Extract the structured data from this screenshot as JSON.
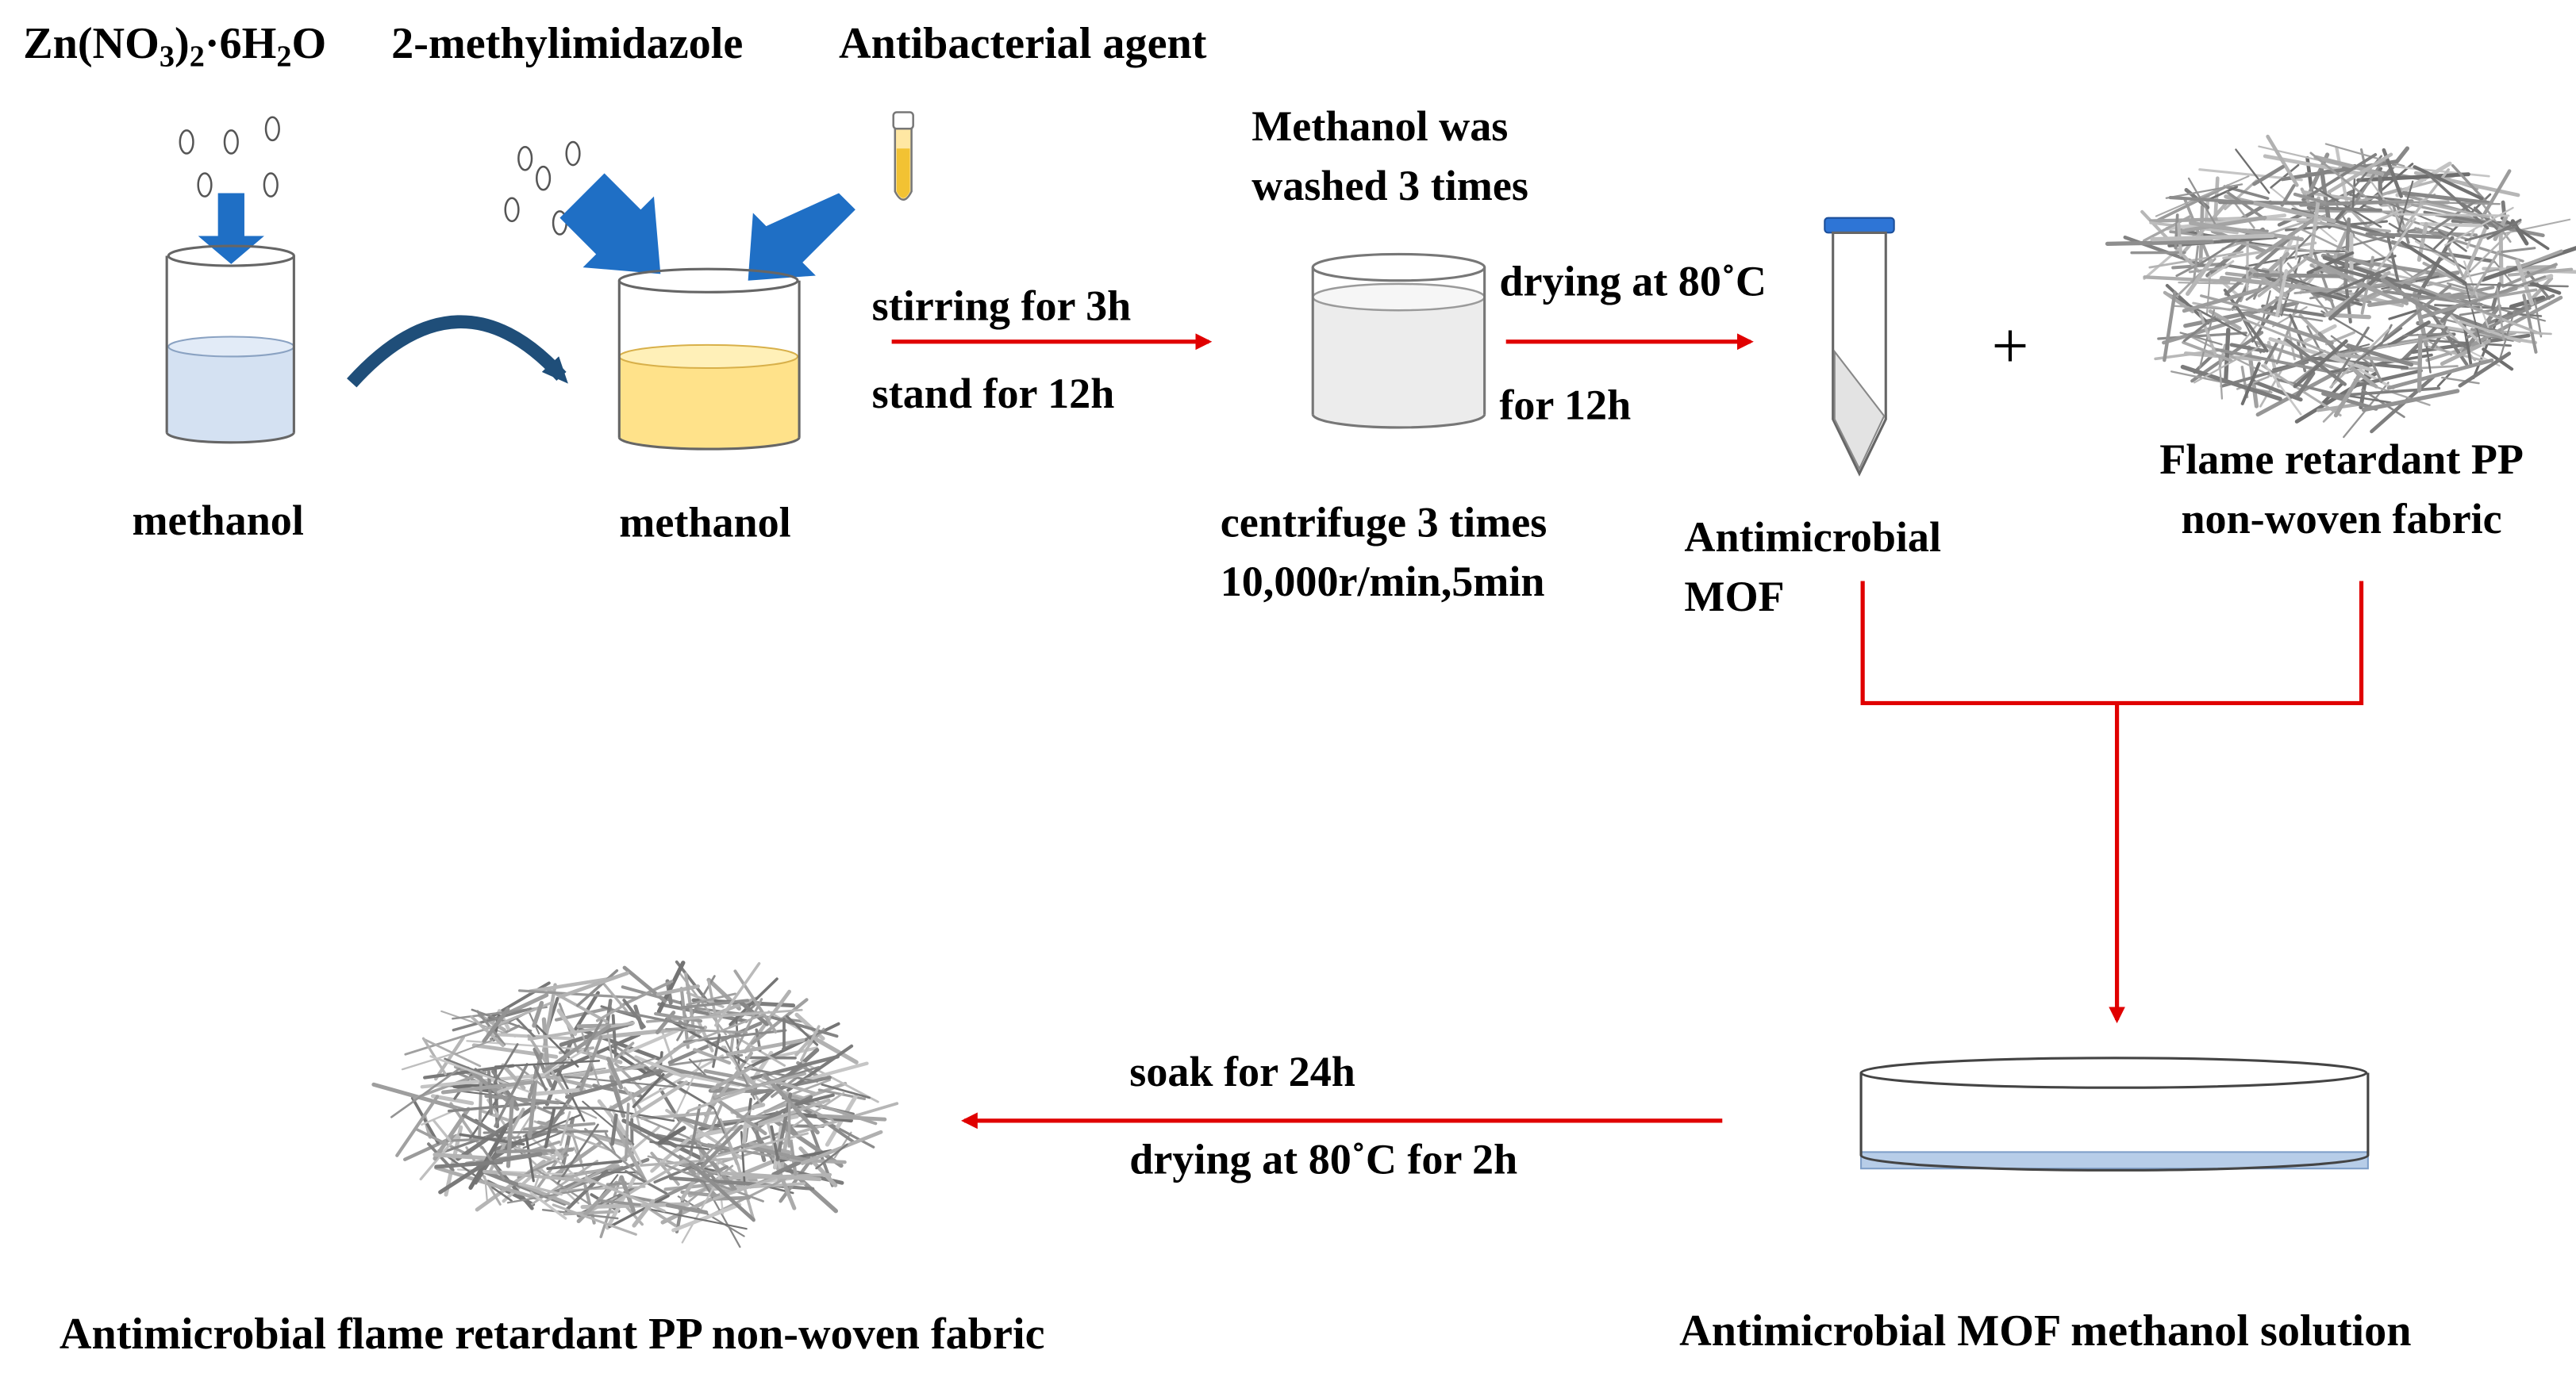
{
  "reagents": {
    "zinc_nitrate": {
      "base": "Zn(NO",
      "sub1": "3",
      "mid": ")",
      "sub2": "2",
      "after": "·6H",
      "sub3": "2",
      "end": "O"
    },
    "methylimidazole": "2-methylimidazole",
    "antibacterial_agent": "Antibacterial agent"
  },
  "steps": {
    "beaker1_label": "methanol",
    "beaker2_label": "methanol",
    "mix_top": "stirring for 3h",
    "mix_bottom": "stand for 12h",
    "wash_line1": "Methanol was",
    "wash_line2": "washed 3 times",
    "centrifuge_line1": "centrifuge 3 times",
    "centrifuge_line2": "10,000r/min,5min",
    "dry_top": "drying at 80˚C",
    "dry_bottom": "for 12h",
    "mof_line1": "Antimicrobial",
    "mof_line2": "MOF",
    "plus": "+",
    "fabric_line1": "Flame retardant PP",
    "fabric_line2": "non-woven fabric",
    "soak_top": "soak for 24h",
    "soak_bottom": "drying at 80˚C for 2h",
    "solution_label": "Antimicrobial MOF methanol solution",
    "product_label": "Antimicrobial flame retardant PP non-woven fabric"
  },
  "colors": {
    "arrow_red": "#e00000",
    "block_arrow_blue": "#1f6fc5",
    "curve_arrow": "#1f4e79",
    "methanol_fill": "#d4e1f2",
    "yellow_fill": "#ffe28a",
    "tube_cap": "#2e75d6",
    "fiber": "#8a8a8a"
  }
}
